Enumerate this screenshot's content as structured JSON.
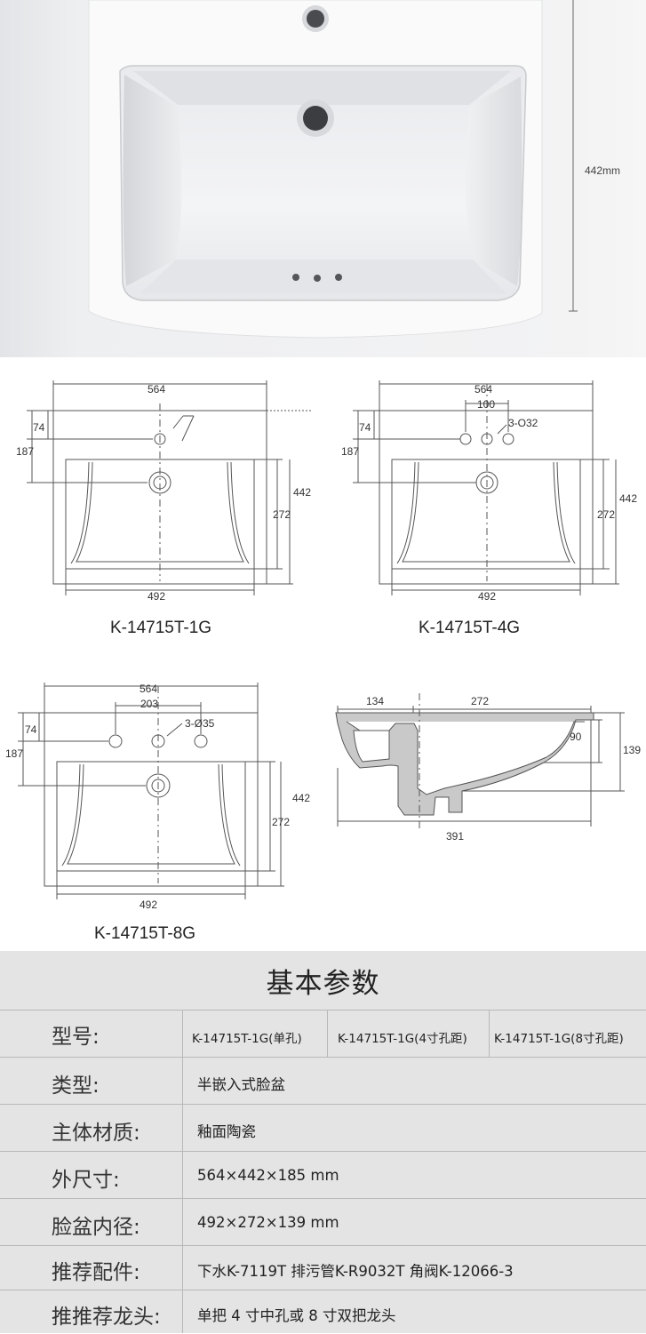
{
  "photo": {
    "height_label": "442mm"
  },
  "diagrams": {
    "d1": {
      "width": "564",
      "offset": "74",
      "depth": "187",
      "height": "442",
      "inner_depth": "272",
      "inner_width": "492",
      "model": "K-14715T-1G"
    },
    "d2": {
      "width": "564",
      "spacing": "100",
      "holes": "3-O32",
      "offset": "74",
      "depth": "187",
      "height": "442",
      "inner_depth": "272",
      "inner_width": "492",
      "model": "K-14715T-4G"
    },
    "d3": {
      "width": "564",
      "spacing": "203",
      "holes": "3-Ø35",
      "offset": "74",
      "depth": "187",
      "height": "442",
      "inner_depth": "272",
      "inner_width": "492",
      "model": "K-14715T-8G"
    },
    "section": {
      "rim": "134",
      "inner": "272",
      "depth_inner": "90",
      "depth_total": "139",
      "total": "391"
    }
  },
  "params": {
    "title": "基本参数",
    "rows": [
      {
        "label": "型号:",
        "values": [
          "K-14715T-1G(单孔)",
          "K-14715T-1G(4寸孔距)",
          "K-14715T-1G(8寸孔距)"
        ]
      },
      {
        "label": "类型:",
        "value": "半嵌入式脸盆"
      },
      {
        "label": "主体材质:",
        "value": "釉面陶瓷"
      },
      {
        "label": "外尺寸:",
        "value": "564×442×185 mm"
      },
      {
        "label": "脸盆内径:",
        "value": "492×272×139 mm"
      },
      {
        "label": "推荐配件:",
        "value": "下水K-7119T 排污管K-R9032T 角阀K-12066-3"
      },
      {
        "label": "推推荐龙头:",
        "value": "单把 4 寸中孔或 8 寸双把龙头"
      }
    ]
  }
}
